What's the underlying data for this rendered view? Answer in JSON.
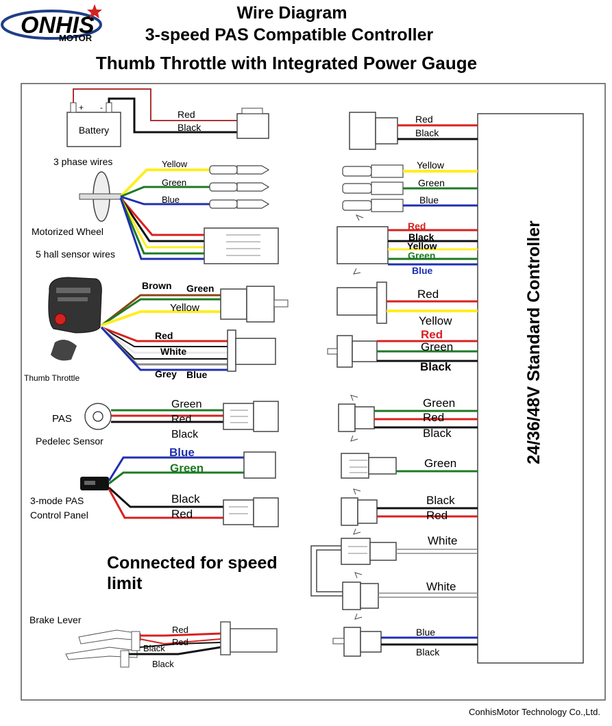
{
  "header": {
    "logo_main": "ONHIS",
    "logo_sub": "MOTOR",
    "title_1": "Wire Diagram",
    "title_2": "3-speed PAS Compatible Controller",
    "title_3": "Thumb Throttle with Integrated Power Gauge"
  },
  "left": {
    "battery": {
      "label": "Battery",
      "plus": "+",
      "minus": "-",
      "wire_red": "Red",
      "wire_black": "Black"
    },
    "motor": {
      "phase_title": "3 phase wires",
      "wheel_label": "Motorized Wheel",
      "hall_label": "5 hall sensor wires",
      "yellow": "Yellow",
      "green": "Green",
      "blue": "Blue"
    },
    "throttle": {
      "label": "Thumb Throttle",
      "brown": "Brown",
      "green": "Green",
      "yellow": "Yellow",
      "red": "Red",
      "white": "White",
      "grey": "Grey",
      "blue": "Blue"
    },
    "pas": {
      "label": "PAS",
      "sublabel": "Pedelec Sensor",
      "green": "Green",
      "red": "Red",
      "black": "Black"
    },
    "panel": {
      "label_1": "3-mode PAS",
      "label_2": "Control Panel",
      "blue": "Blue",
      "green": "Green",
      "black": "Black",
      "red": "Red"
    },
    "speed_limit": {
      "line_1": "Connected for speed",
      "line_2": "limit"
    },
    "brake": {
      "label": "Brake Lever",
      "red_1": "Red",
      "red_2": "Red",
      "black_1": "Black",
      "black_2": "Black"
    }
  },
  "right": {
    "controller_label": "24/36/48V Standard Controller",
    "battery": {
      "red": "Red",
      "black": "Black"
    },
    "phase": {
      "yellow": "Yellow",
      "green": "Green",
      "blue": "Blue"
    },
    "hall": {
      "red": "Red",
      "black": "Black",
      "yellow": "Yellow",
      "green": "Green",
      "blue": "Blue"
    },
    "throttle_a": {
      "red": "Red",
      "yellow": "Yellow"
    },
    "throttle_b": {
      "red": "Red",
      "green": "Green",
      "black": "Black"
    },
    "pas": {
      "green": "Green",
      "red": "Red",
      "black": "Black"
    },
    "panel_a": {
      "green": "Green"
    },
    "panel_b": {
      "black": "Black",
      "red": "Red"
    },
    "speed": {
      "white_1": "White",
      "white_2": "White"
    },
    "brake": {
      "blue": "Blue",
      "black": "Black"
    }
  },
  "footer": {
    "copyright": "ConhisMotor Technology Co.,Ltd."
  },
  "colors": {
    "red": "#d8201e",
    "black": "#111111",
    "yellow": "#ffee22",
    "green": "#1d7a24",
    "blue": "#1f2fb0",
    "brown": "#8b4513",
    "white": "#f4f4f4",
    "grey": "#8a8a8a",
    "logo_blue": "#1f3f86",
    "logo_red": "#d32222"
  }
}
